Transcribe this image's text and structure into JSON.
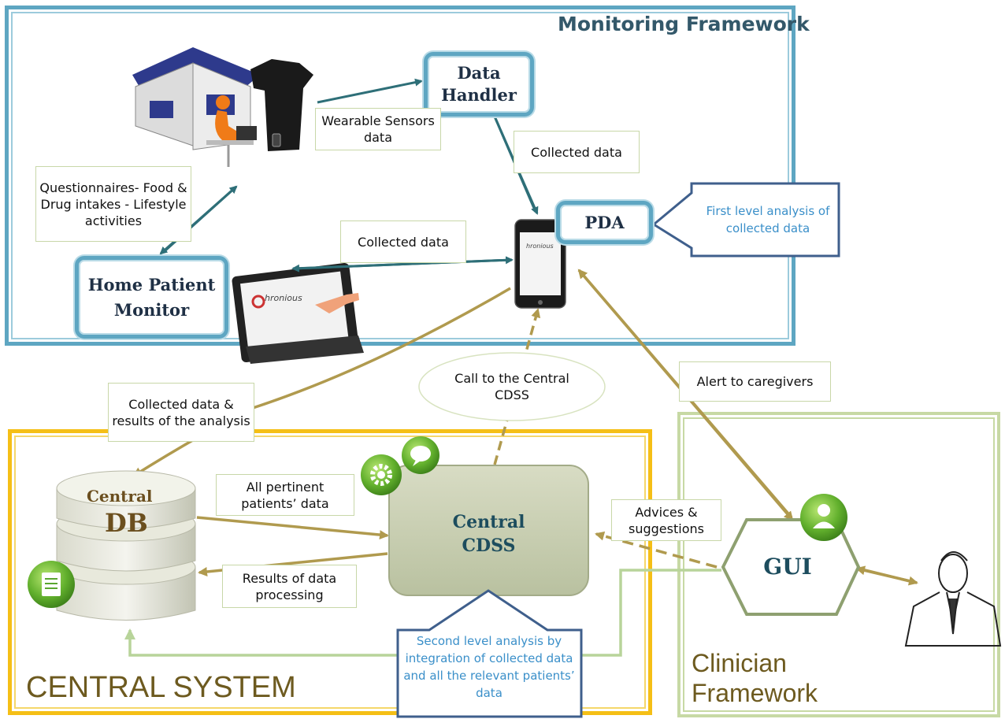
{
  "frames": {
    "monitoring": "Monitoring Framework",
    "central": "CENTRAL SYSTEM",
    "clinician_line1": "Clinician",
    "clinician_line2": "Framework"
  },
  "nodes": {
    "data_handler_line1": "Data",
    "data_handler_line2": "Handler",
    "pda": "PDA",
    "home_monitor_line1": "Home Patient",
    "home_monitor_line2": "Monitor",
    "db_top": "Central",
    "db_main": "DB",
    "cdss_line1": "Central",
    "cdss_line2": "CDSS",
    "gui": "GUI",
    "monitor_screen_logo": "hronious",
    "phone_screen_logo": "hronious"
  },
  "labels": {
    "wearable": "Wearable Sensors data",
    "questionnaires": "Questionnaires- Food & Drug intakes - Lifestyle activities",
    "collected_top": "Collected data",
    "collected_mid": "Collected data",
    "collected_results": "Collected data & results of the analysis",
    "call_cdss": "Call to the Central CDSS",
    "alert": "Alert to caregivers",
    "pertinent": "All pertinent patients’ data",
    "results_processing": "Results of data processing",
    "advices": "Advices & suggestions"
  },
  "callouts": {
    "first_level": "First level analysis of collected data",
    "second_level": "Second level analysis by integration of collected data and all the relevant patients’ data"
  },
  "colors": {
    "monitoring_border": "#5ea6c2",
    "central_border": "#f5bf16",
    "clinician_border": "#c7d9a4",
    "teal_arrow": "#2e6f78",
    "gold_arrow": "#b09a4e",
    "green_arrow": "#b8d49a",
    "callout_border": "#3f5f8c"
  },
  "icons": [
    "house-icon",
    "shirt-sensor-icon",
    "patient-figure-icon",
    "monitor-icon",
    "hand-icon",
    "phone-icon",
    "gear-icon",
    "chat-bubble-icon",
    "document-icon",
    "user-icon",
    "doctor-icon",
    "database-icon"
  ]
}
